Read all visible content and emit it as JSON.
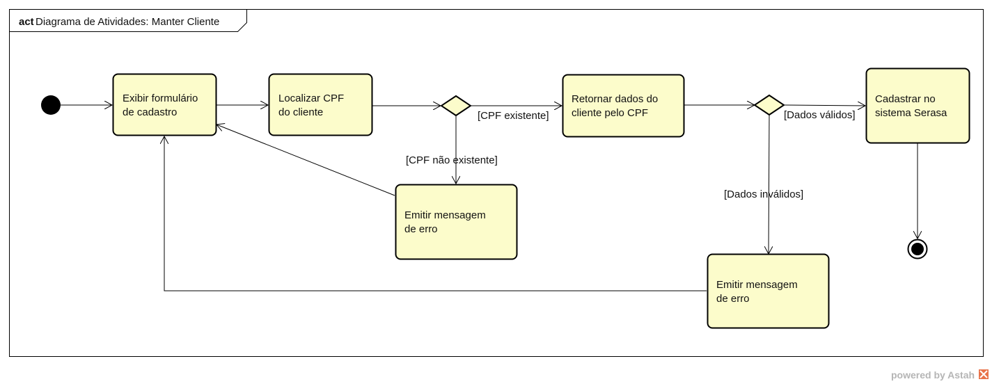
{
  "frame": {
    "keyword": "act",
    "title": "Diagrama de Atividades: Manter Cliente"
  },
  "activities": {
    "exibir_formulario": [
      "Exibir formulário",
      "de cadastro"
    ],
    "localizar_cpf": [
      "Localizar CPF",
      "do cliente"
    ],
    "retornar_dados": [
      "Retornar dados do",
      "cliente pelo CPF"
    ],
    "cadastrar_serasa": [
      "Cadastrar no",
      "sistema Serasa"
    ],
    "erro_cpf": [
      "Emitir mensagem",
      "de erro"
    ],
    "erro_dados": [
      "Emitir mensagem",
      "de erro"
    ]
  },
  "guards": {
    "cpf_existente": "[CPF existente]",
    "cpf_nao_existente": "[CPF não existente]",
    "dados_validos": "[Dados válidos]",
    "dados_invalidos": "[Dados inválidos]"
  },
  "branding": {
    "powered_by": "powered by Astah"
  },
  "colors": {
    "activity_fill": "#fcfccb",
    "stroke": "#000000",
    "brand_icon": "#e8734a"
  }
}
